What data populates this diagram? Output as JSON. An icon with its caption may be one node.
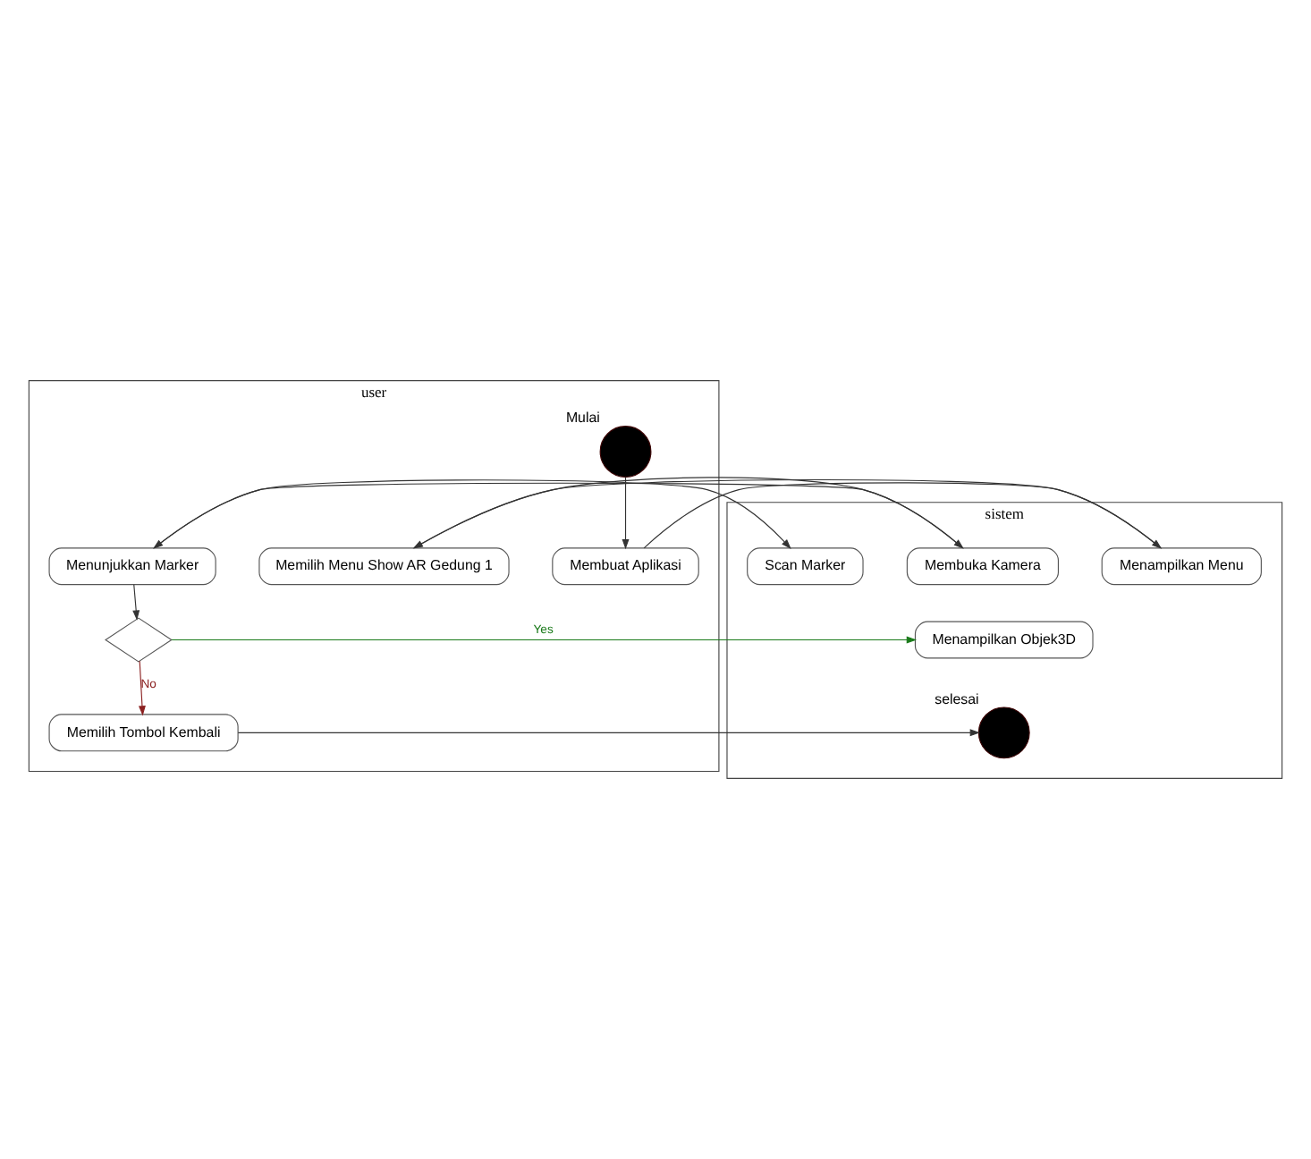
{
  "diagram": {
    "nodes": [
      {
        "text": [
          "user"
        ]
      },
      {
        "text": [
          "sistem"
        ]
      },
      {
        "text": [],
        "shape": "circle",
        "in": 0,
        "beside": [
          "Mulai"
        ]
      },
      {
        "text": [
          "Membuat Aplikasi"
        ],
        "in": 0
      },
      {
        "text": [
          "Menampilkan Menu"
        ],
        "in": 1
      },
      {
        "text": [
          "Memilih Menu Show AR Gedung 1"
        ],
        "in": 0
      },
      {
        "text": [
          "Membuka Kamera"
        ],
        "in": 1
      },
      {
        "text": [
          "Menunjukkan Marker"
        ],
        "in": 0
      },
      {
        "text": [
          "Scan Marker"
        ],
        "in": 1
      },
      {
        "text": [],
        "shape": "diamond",
        "in": 0
      },
      {
        "text": [
          "Menampilkan Objek3D"
        ],
        "in": 1
      },
      {
        "text": [
          "Memilih Tombol Kembali"
        ],
        "in": 0
      },
      {
        "text": [],
        "shape": "circle",
        "in": 1,
        "beside": [
          "selesai"
        ]
      }
    ],
    "edges": [
      {
        "from": 2,
        "to": 3,
        "arrow": "to"
      },
      {
        "from": 3,
        "to": 4,
        "arrow": "to"
      },
      {
        "from": 4,
        "to": 5,
        "arrow": "to"
      },
      {
        "from": 5,
        "to": 6,
        "arrow": "to"
      },
      {
        "from": 6,
        "to": 7,
        "arrow": "to"
      },
      {
        "from": 7,
        "to": 8,
        "arrow": "to"
      },
      {
        "from": 7,
        "to": 9,
        "arrow": "to"
      },
      {
        "from": 9,
        "to": 10,
        "arrow": "to",
        "label": "Yes",
        "color": "#1a7a1a"
      },
      {
        "from": 9,
        "to": 11,
        "arrow": "to",
        "label": "No",
        "color": "#8b2020"
      },
      {
        "from": 11,
        "to": 12,
        "arrow": "to"
      }
    ]
  }
}
